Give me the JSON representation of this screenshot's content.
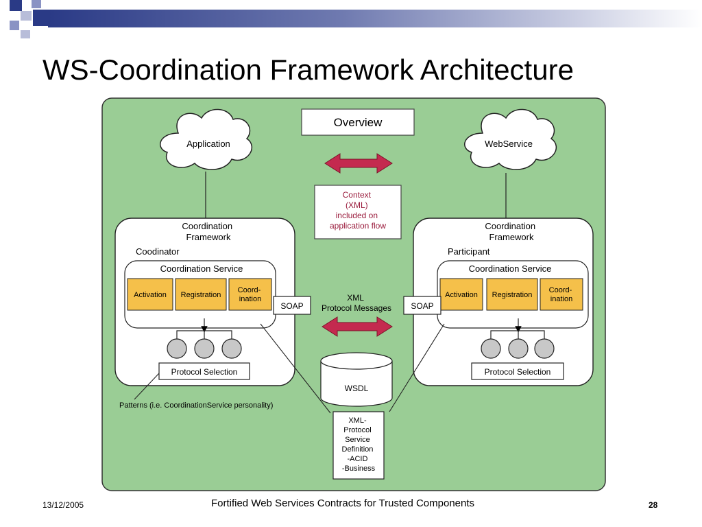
{
  "slide": {
    "title": "WS-Coordination Framework Architecture",
    "footer_date": "13/12/2005",
    "footer_center": "Fortified Web Services Contracts for Trusted Components",
    "page_number": "28"
  },
  "colors": {
    "accent_blue": "#2a3a86",
    "diagram_bg": "#9acd95",
    "service_box": "#f5c04a",
    "arrow": "#c42a4f",
    "context_text": "#9a1b3c"
  },
  "diagram": {
    "overview_label": "Overview",
    "left_cloud": "Application",
    "right_cloud": "WebService",
    "context_lines": [
      "Context",
      "(XML)",
      "included on",
      "application flow"
    ],
    "left_framework_lines": [
      "Coordination",
      "Framework"
    ],
    "right_framework_lines": [
      "Coordination",
      "Framework"
    ],
    "left_role": "Coodinator",
    "right_role": "Participant",
    "coordination_service": "Coordination Service",
    "activation": "Activation",
    "registration": "Registration",
    "coordination_lines": [
      "Coord-",
      "ination"
    ],
    "soap": "SOAP",
    "xml_messages_lines": [
      "XML",
      "Protocol Messages"
    ],
    "protocol_selection": "Protocol Selection",
    "wsdl": "WSDL",
    "patterns_note": "Patterns (i.e. CoordinationService personality)",
    "xml_definition_lines": [
      "XML-",
      "Protocol",
      "Service",
      "Definition",
      "-ACID",
      "-Business"
    ]
  }
}
